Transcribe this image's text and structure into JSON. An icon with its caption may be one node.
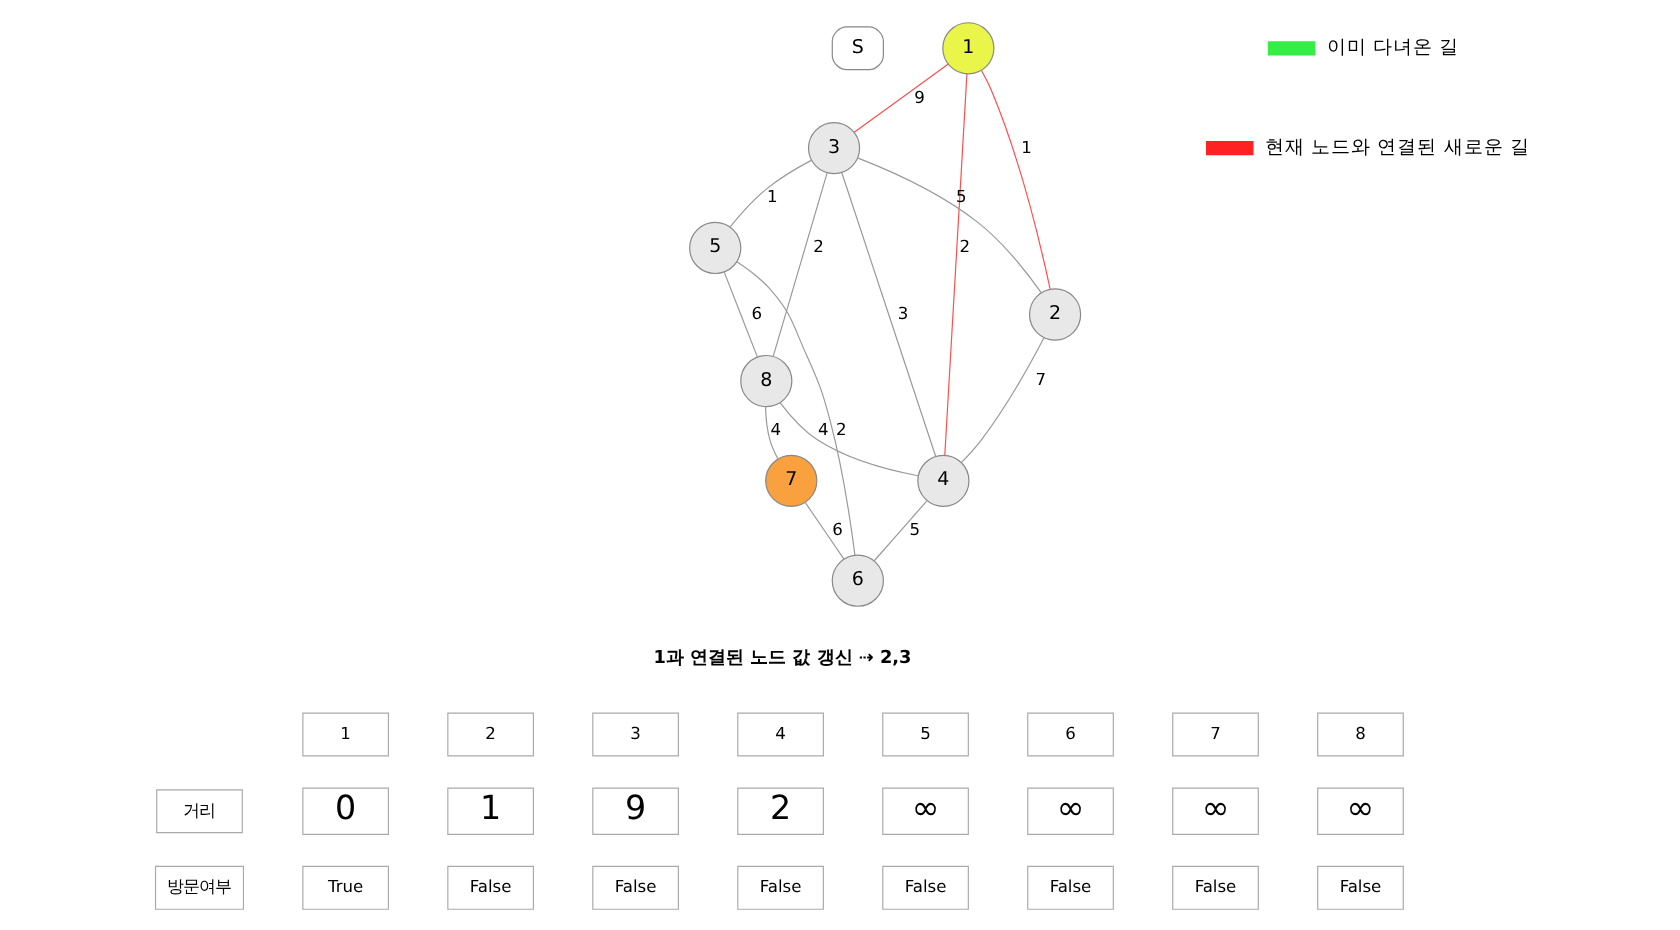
{
  "diagram": {
    "nodes": [
      {
        "text": [
          "1"
        ]
      },
      {
        "text": [
          "2"
        ]
      },
      {
        "text": [
          "3"
        ]
      },
      {
        "text": [
          "4"
        ]
      },
      {
        "text": [
          "5"
        ]
      },
      {
        "text": [
          "6"
        ]
      },
      {
        "text": [
          "7"
        ]
      },
      {
        "text": [
          "8"
        ]
      },
      {
        "text": [
          "S"
        ]
      }
    ],
    "edges": [
      {
        "from": 0,
        "to": 2,
        "arrow": "none",
        "label": "9",
        "color": "#ff4d4d"
      },
      {
        "from": 0,
        "to": 1,
        "arrow": "none",
        "label": "1",
        "color": "#ff4d4d"
      },
      {
        "from": 0,
        "to": 3,
        "arrow": "none",
        "label": "2",
        "color": "#ff4d4d"
      },
      {
        "from": 2,
        "to": 4,
        "arrow": "none",
        "label": "1"
      },
      {
        "from": 4,
        "to": 7,
        "arrow": "none",
        "label": "6"
      },
      {
        "from": 2,
        "to": 7,
        "arrow": "none",
        "label": "2"
      },
      {
        "from": 2,
        "to": 1,
        "arrow": "none",
        "label": "5"
      },
      {
        "from": 2,
        "to": 3,
        "arrow": "none",
        "label": "3"
      },
      {
        "from": 4,
        "to": 5,
        "arrow": "none",
        "label": "2"
      },
      {
        "from": 7,
        "to": 3,
        "arrow": "none",
        "label": "4"
      },
      {
        "from": 7,
        "to": 6,
        "arrow": "none",
        "label": "4"
      },
      {
        "from": 1,
        "to": 3,
        "arrow": "none",
        "label": "7"
      },
      {
        "from": 3,
        "to": 5,
        "arrow": "none",
        "label": "5"
      },
      {
        "from": 6,
        "to": 5,
        "arrow": "none",
        "label": "6"
      }
    ],
    "labels": [
      "1과 연결된 노드 값 갱신 ⇢ 2,3",
      "1",
      "2",
      "3",
      "4",
      "5",
      "6",
      "7",
      "8",
      "거리",
      "0",
      "1",
      "9",
      "2",
      "∞",
      "∞",
      "∞",
      "∞",
      "방문여부",
      "True",
      "False",
      "False",
      "False",
      "False",
      "False",
      "False",
      "False"
    ],
    "legend": [
      {
        "text": "이미 다녀온 길",
        "color": "#33ee44"
      },
      {
        "text": "현재 노드와 연결된 새로운 길",
        "color": "#ff2222"
      }
    ]
  }
}
